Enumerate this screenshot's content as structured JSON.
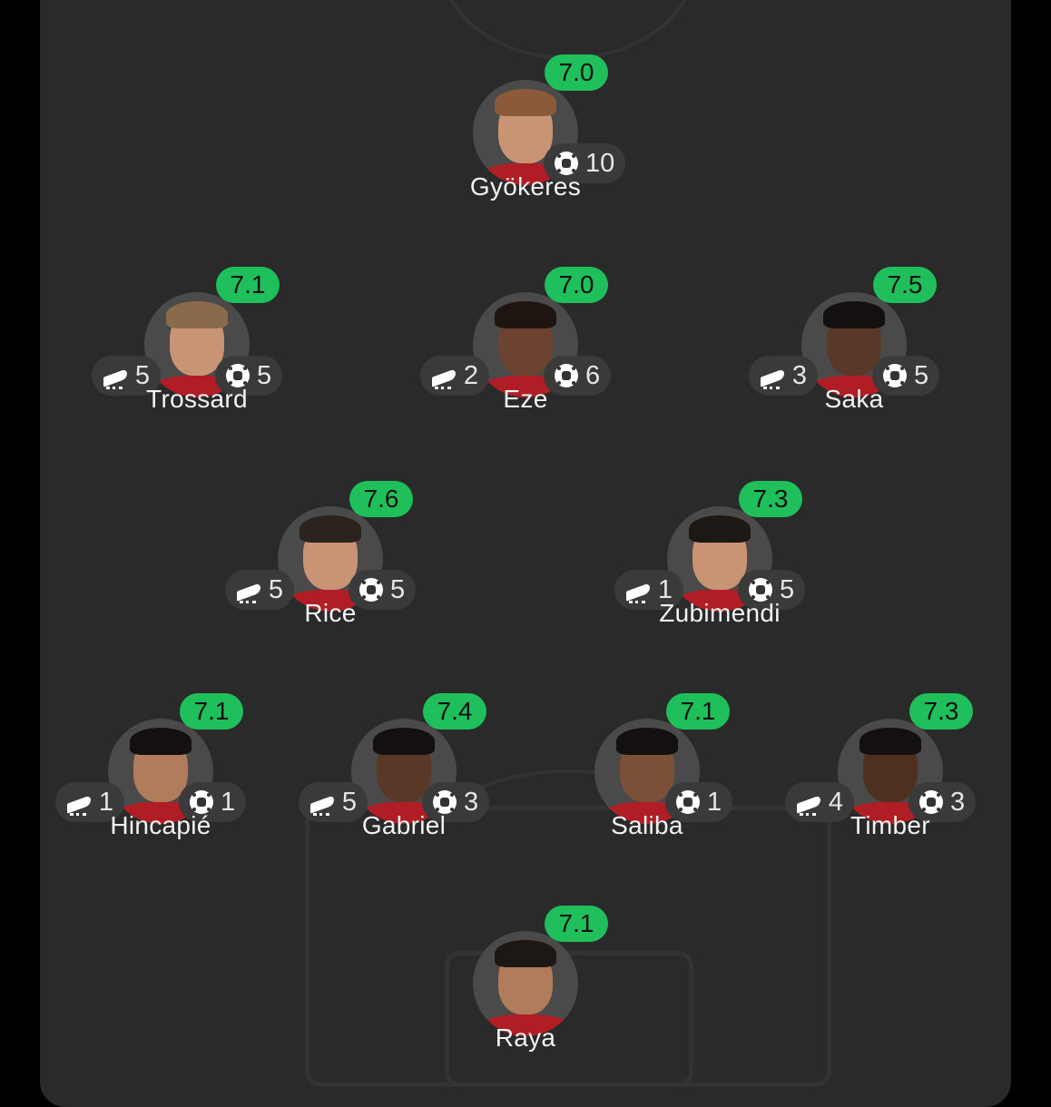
{
  "players": [
    {
      "name": "Gyökeres",
      "rating": "7.0",
      "goals_contrib": null,
      "ball": "10"
    },
    {
      "name": "Trossard",
      "rating": "7.1",
      "boot": "5",
      "ball": "5"
    },
    {
      "name": "Eze",
      "rating": "7.0",
      "boot": "2",
      "ball": "6"
    },
    {
      "name": "Saka",
      "rating": "7.5",
      "boot": "3",
      "ball": "5"
    },
    {
      "name": "Rice",
      "rating": "7.6",
      "boot": "5",
      "ball": "5"
    },
    {
      "name": "Zubimendi",
      "rating": "7.3",
      "boot": "1",
      "ball": "5"
    },
    {
      "name": "Hincapié",
      "rating": "7.1",
      "boot": "1",
      "ball": "1"
    },
    {
      "name": "Gabriel",
      "rating": "7.4",
      "boot": "5",
      "ball": "3"
    },
    {
      "name": "Saliba",
      "rating": "7.1",
      "boot": null,
      "ball": "1"
    },
    {
      "name": "Timber",
      "rating": "7.3",
      "boot": "4",
      "ball": "3"
    },
    {
      "name": "Raya",
      "rating": "7.1",
      "boot": null,
      "ball": null
    }
  ],
  "colors": {
    "rating_bg": "#1fc05c",
    "pitch": "#2a2a2a",
    "chip": "#3a3a3a"
  },
  "icons": {
    "boot": "boot-icon",
    "ball": "ball-icon"
  }
}
